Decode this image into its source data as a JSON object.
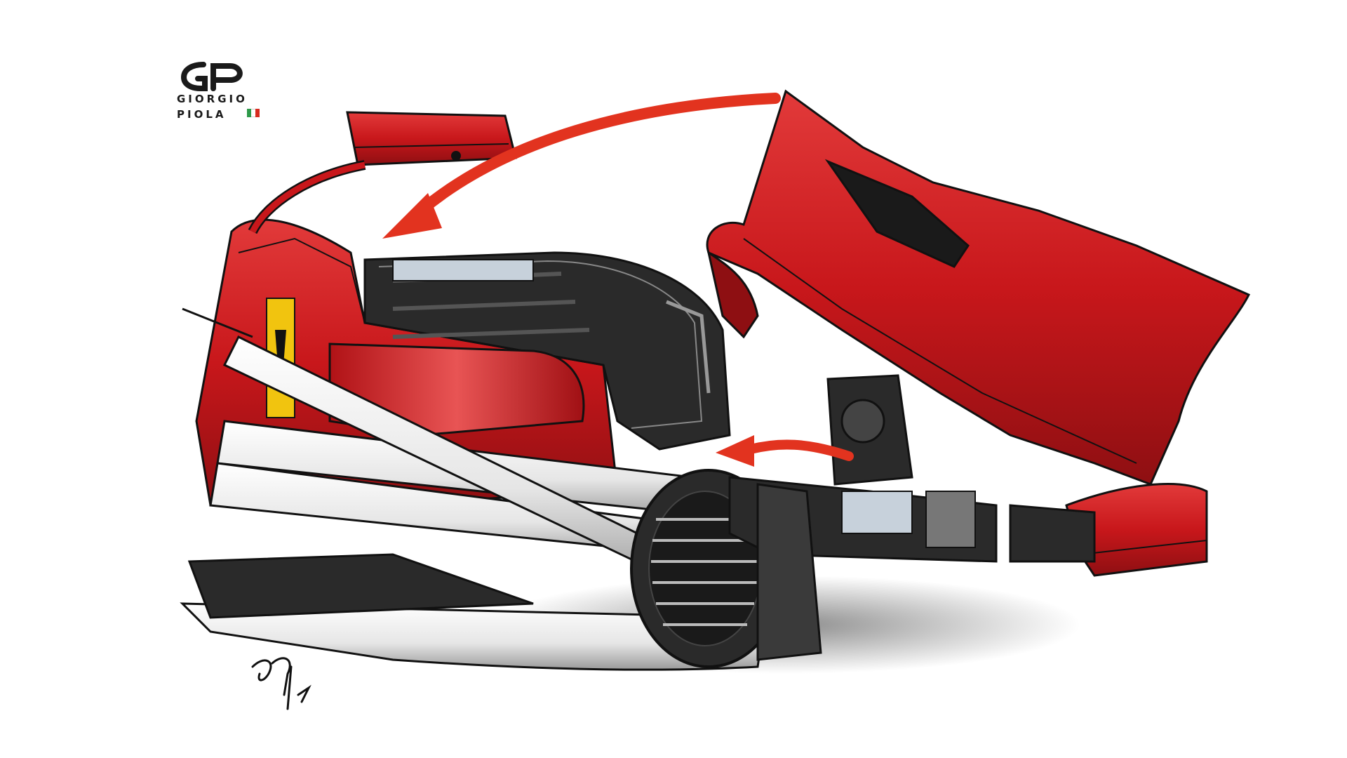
{
  "logo": {
    "line1": "GIORGIO",
    "line2": "PIOLA",
    "flag_colors": [
      "#2e9a4a",
      "#ffffff",
      "#d72b20"
    ]
  },
  "colors": {
    "ferrari_red": "#c8171b",
    "dark_red": "#8e0f12",
    "light_red": "#e95a5a",
    "arrow_red": "#e2331f",
    "mechanical_dark": "#2a2a2a",
    "outline": "#111111"
  },
  "icons": {
    "logo": "gp-monogram-icon",
    "flag": "italian-flag-icon",
    "signature": "artist-signature"
  }
}
